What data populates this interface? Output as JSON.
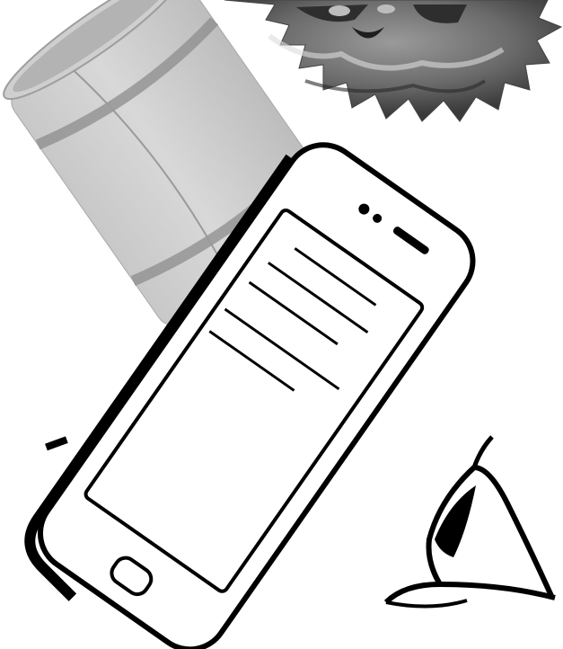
{
  "scene": {
    "background_color": "#ffffff",
    "objects": [
      {
        "name": "cardboard-tube",
        "description_icon": "cardboard-tube-icon"
      },
      {
        "name": "cat-sunburst-photo",
        "description_icon": "cat-sunburst-icon"
      },
      {
        "name": "smartphone-drawing",
        "description_icon": "smartphone-icon"
      },
      {
        "name": "eye-drawing",
        "description_icon": "eye-icon"
      }
    ],
    "colors": {
      "ink": "#000000",
      "tube_light": "#d2d2d2",
      "tube_mid": "#b8b8b8",
      "tube_stripe": "#8e8e8e",
      "photo_dark": "#555555",
      "photo_light": "#c9c9c9"
    }
  }
}
